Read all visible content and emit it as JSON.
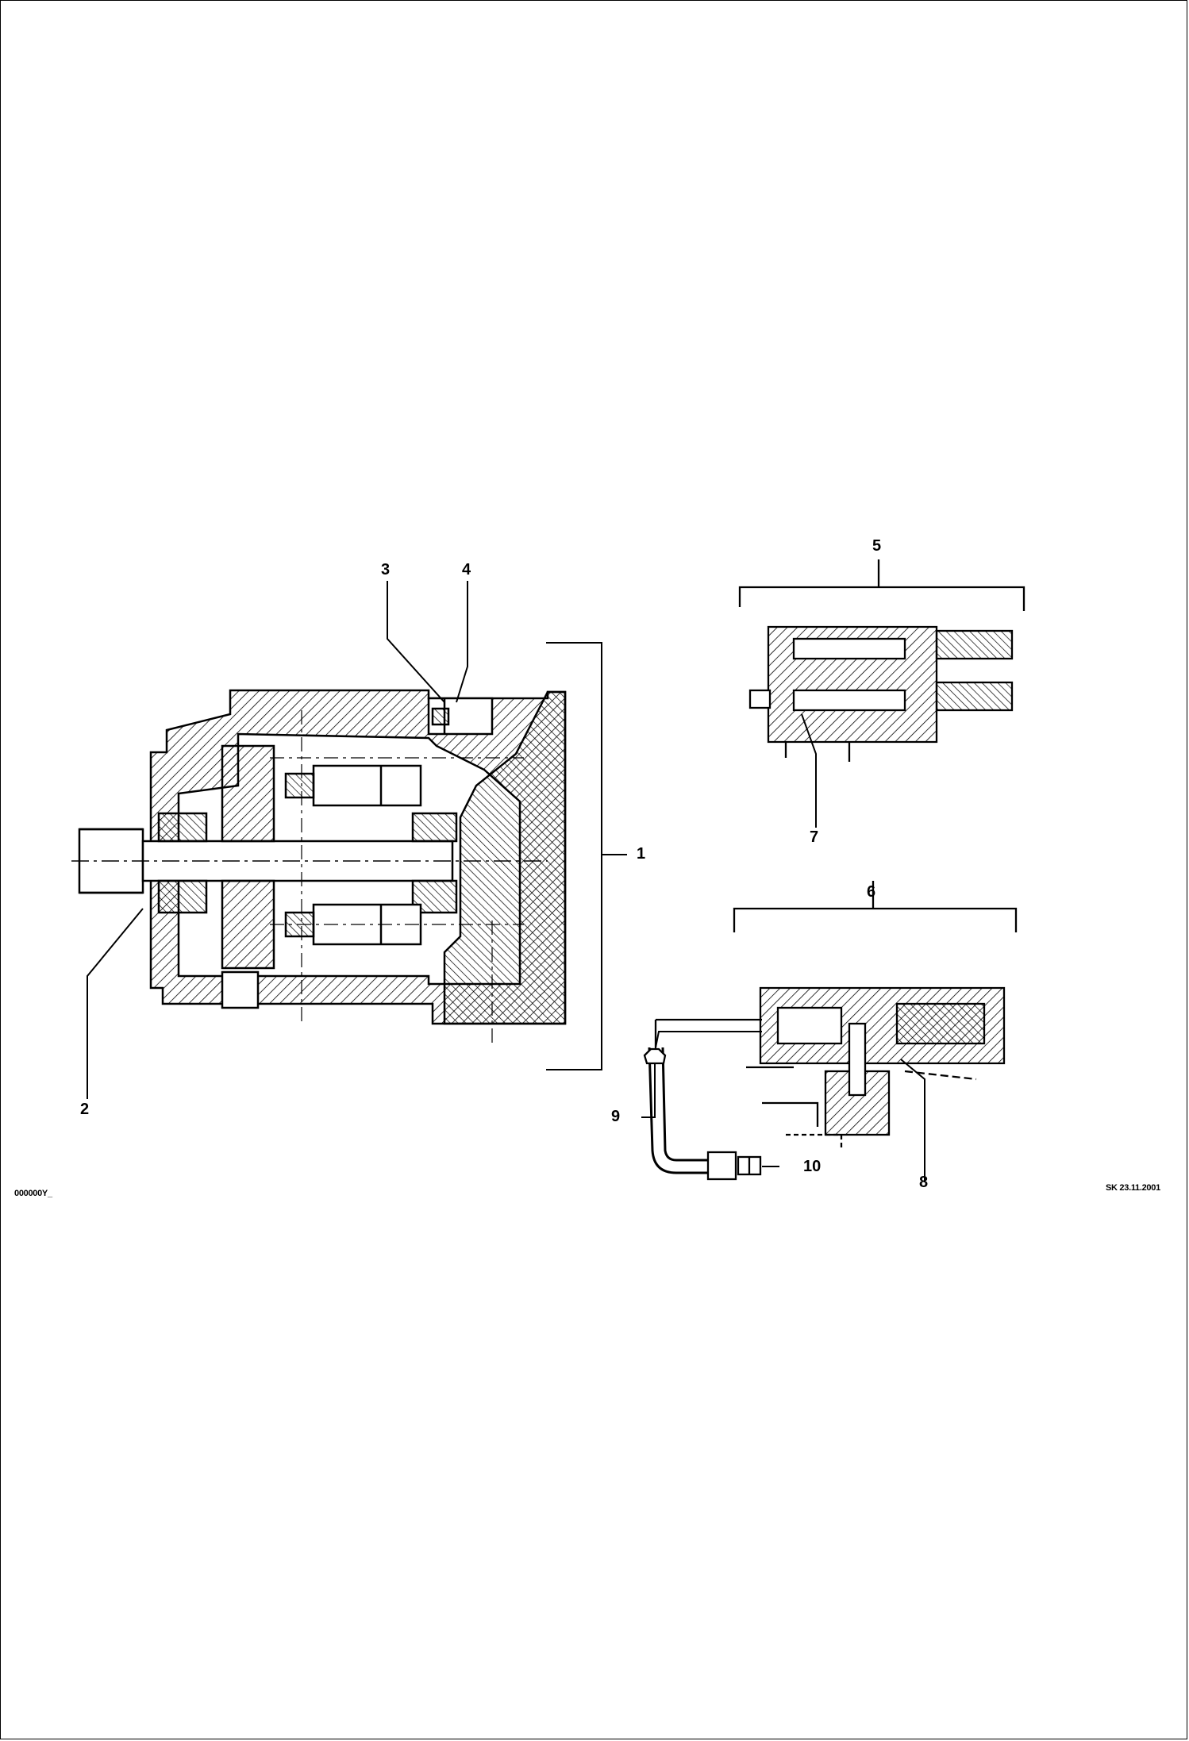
{
  "drawing": {
    "image_code": "000000Y_",
    "revision": "SK 23.11.2001",
    "callouts": [
      "1",
      "2",
      "3",
      "4",
      "5",
      "6",
      "7",
      "8",
      "9",
      "10"
    ]
  }
}
